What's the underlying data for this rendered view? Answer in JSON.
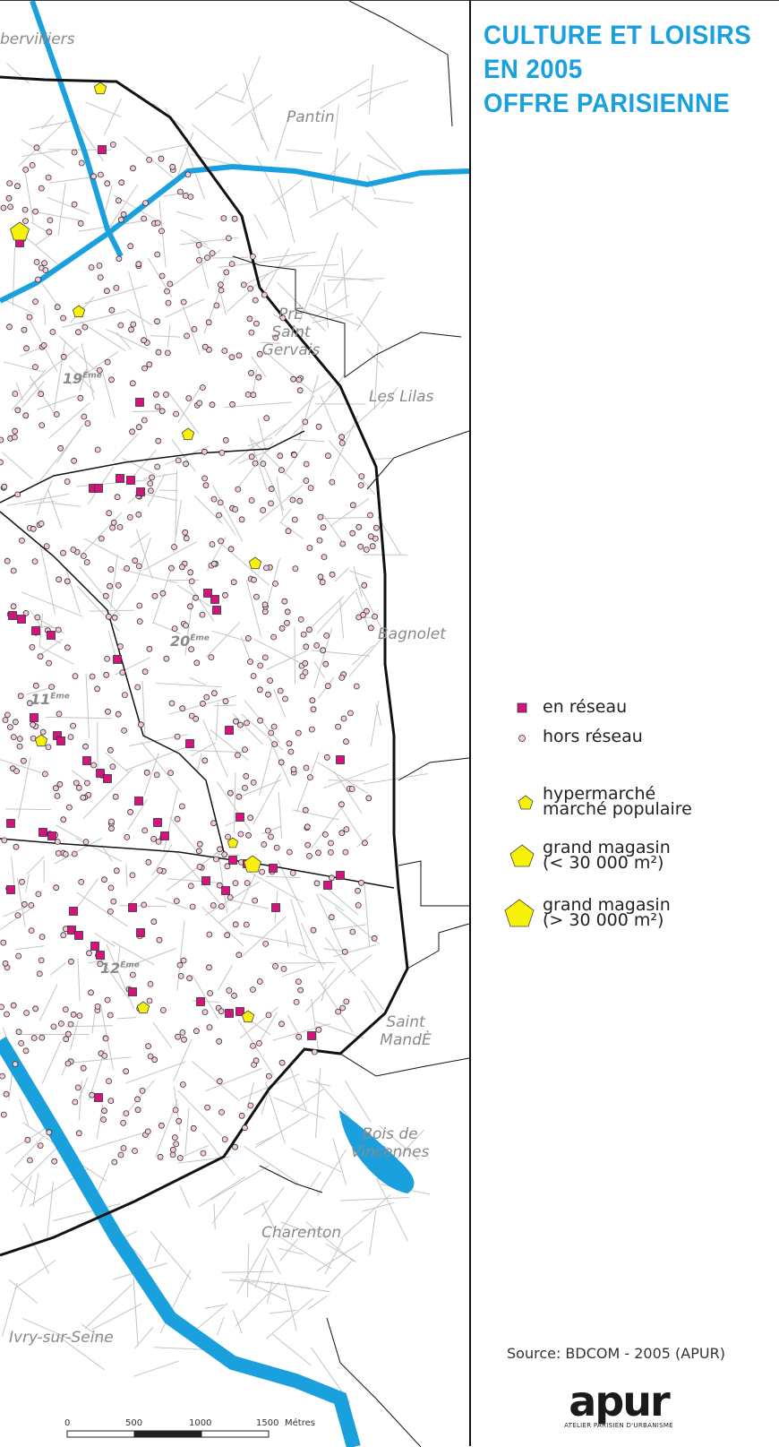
{
  "title": {
    "line1": "CULTURE ET LOISIRS",
    "line2": "EN 2005",
    "line3": "OFFRE PARISIENNE"
  },
  "colors": {
    "title": "#1aa0dc",
    "water": "#1aa0dc",
    "reseau": "#d4147e",
    "hors_reseau": "#f6c8dc",
    "magasin": "#f8f20a"
  },
  "communes": {
    "aubervilliers": "bervilliers",
    "pantin": "Pantin",
    "pre_saint_gervais": "PrÈ Saint Gervais",
    "les_lilas": "Les Lilas",
    "bagnolet": "Bagnolet",
    "saint_mande": "Saint MandÈ",
    "bois": "Bois de Vincennes",
    "charenton": "Charenton",
    "ivry": "Ivry-sur-Seine"
  },
  "arrondissements": {
    "a19": "19",
    "a20": "20",
    "a11": "11",
    "a12": "12",
    "suffix": "Ème"
  },
  "legend": {
    "reseau": "en réseau",
    "hors_reseau": "hors réseau",
    "hyper_l1": "hypermarché",
    "hyper_l2": "marché populaire",
    "gm_small_l1": "grand magasin",
    "gm_small_l2": "(< 30 000 m²)",
    "gm_large_l1": "grand magasin",
    "gm_large_l2": "(> 30 000 m²)"
  },
  "scale": {
    "t0": "0",
    "t1": "500",
    "t2": "1000",
    "t3": "1500",
    "unit": "Métres"
  },
  "source": "Source: BDCOM - 2005 (APUR)",
  "logo": {
    "main": "apur",
    "sub": "ATELIER PARISIEN D'URBANISME"
  }
}
